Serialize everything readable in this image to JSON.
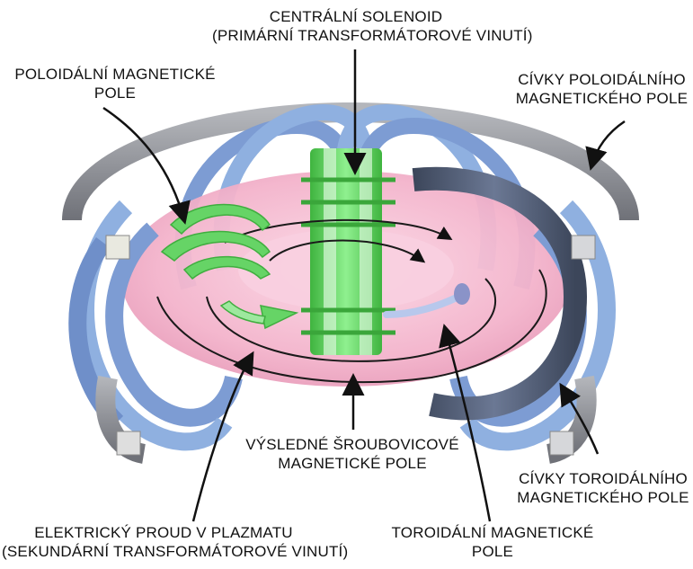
{
  "labels": {
    "central_solenoid": [
      "CENTRÁLNÍ SOLENOID",
      "(PRIMÁRNÍ TRANSFORMÁTOROVÉ VINUTÍ)"
    ],
    "poloidal_field": [
      "POLOIDÁLNÍ MAGNETICKÉ",
      "POLE"
    ],
    "poloidal_coils": [
      "CÍVKY POLOIDÁLNÍHO",
      "MAGNETICKÉHO POLE"
    ],
    "helical_field": [
      "VÝSLEDNÉ ŠROUBOVICOVÉ",
      "MAGNETICKÉ POLE"
    ],
    "toroidal_coils": [
      "CÍVKY TOROIDÁLNÍHO",
      "MAGNETICKÉHO POLE"
    ],
    "plasma_current": [
      "ELEKTRICKÝ PROUD V PLAZMATU",
      "(SEKUNDÁRNÍ TRANSFORMÁTOROVÉ VINUTÍ)"
    ],
    "toroidal_field": [
      "TOROIDÁLNÍ MAGNETICKÉ",
      "POLE"
    ]
  },
  "colors": {
    "plasma": "#f4b6cf",
    "toroidal_coil": "#8fb0e0",
    "poloidal_coil": "#8a8d94",
    "solenoid": "#66d466",
    "field_arrow": "#5fd35f"
  }
}
